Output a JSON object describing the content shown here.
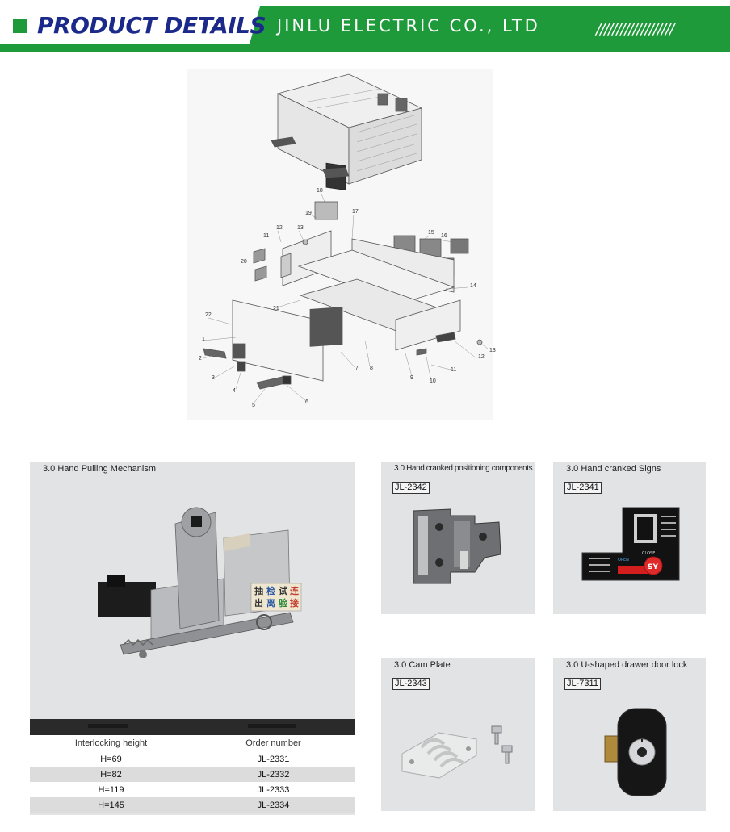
{
  "header": {
    "title": "PRODUCT DETAILS",
    "company": "JINLU  ELECTRIC  CO., LTD",
    "decoration": "///////////////////",
    "accent_color": "#1f9a3b",
    "title_color": "#1b2a8a"
  },
  "diagram": {
    "callouts": [
      "18",
      "19",
      "17",
      "12",
      "13",
      "16",
      "15",
      "11",
      "20",
      "14",
      "21",
      "22",
      "1",
      "2",
      "3",
      "4",
      "5",
      "6",
      "7",
      "8",
      "9",
      "10",
      "11",
      "12",
      "13"
    ]
  },
  "main_panel": {
    "title": "3.0 Hand Pulling Mechanism",
    "label_lines": [
      "抽",
      "出",
      "检",
      "离",
      "试",
      "验",
      "连",
      "接"
    ],
    "table": {
      "headers": [
        "Interlocking height",
        "Order number"
      ],
      "rows": [
        {
          "height": "H=69",
          "order": "JL-2331"
        },
        {
          "height": "H=82",
          "order": "JL-2332"
        },
        {
          "height": "H=119",
          "order": "JL-2333"
        },
        {
          "height": "H=145",
          "order": "JL-2334"
        }
      ]
    }
  },
  "panels": [
    {
      "title": "3.0 Hand cranked positioning components",
      "code": "JL-2342",
      "icon": "positioning-bracket-icon"
    },
    {
      "title": "3.0 Hand cranked Signs",
      "code": "JL-2341",
      "icon": "sign-plate-icon",
      "sign_labels": {
        "open": "OPEN",
        "close": "CLOSE",
        "badge": "SY"
      }
    },
    {
      "title": "3.0 Cam Plate",
      "code": "JL-2343",
      "icon": "cam-plate-icon"
    },
    {
      "title": "3.0 U-shaped drawer door lock",
      "code": "JL-7311",
      "icon": "door-lock-icon"
    }
  ]
}
